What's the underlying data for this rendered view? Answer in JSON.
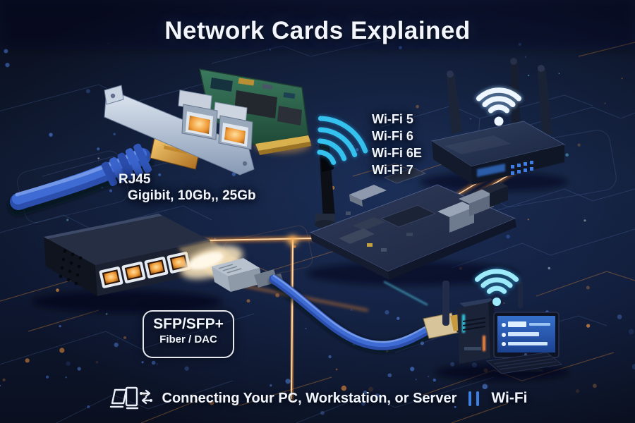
{
  "title": "Network Cards Explained",
  "nic": {
    "label": "RJ45",
    "speeds": "Gigibit, 10Gb,, 25Gb"
  },
  "wifi": {
    "standards": [
      "Wi-Fi 5",
      "Wi-Fi 6",
      "Wi-Fi 6E",
      "Wi-Fi 7"
    ]
  },
  "sfp": {
    "line1": "SFP/SFP+",
    "line2": "Fiber / DAC"
  },
  "footer": {
    "caption": "Connecting Your PC, Workstation, or Server",
    "wifi_label": "Wi-Fi"
  },
  "icons": {
    "footer_left": "devices-transfer-icon",
    "router_signal": "wifi-signal-icon",
    "pc_signal": "wifi-signal-icon",
    "board_signal": "wifi-arcs-icon",
    "separator": "double-bar-separator"
  },
  "colors": {
    "background": "#0b1122",
    "text": "#f2f6fc",
    "accent_cyan": "#35c1ee",
    "accent_orange": "#ff9d3c",
    "separator_blue": "#3b7fe0",
    "pcb_green": "#2f6e55",
    "cable_blue": "#3c66cc",
    "screen_blue": "#2e66c2"
  }
}
